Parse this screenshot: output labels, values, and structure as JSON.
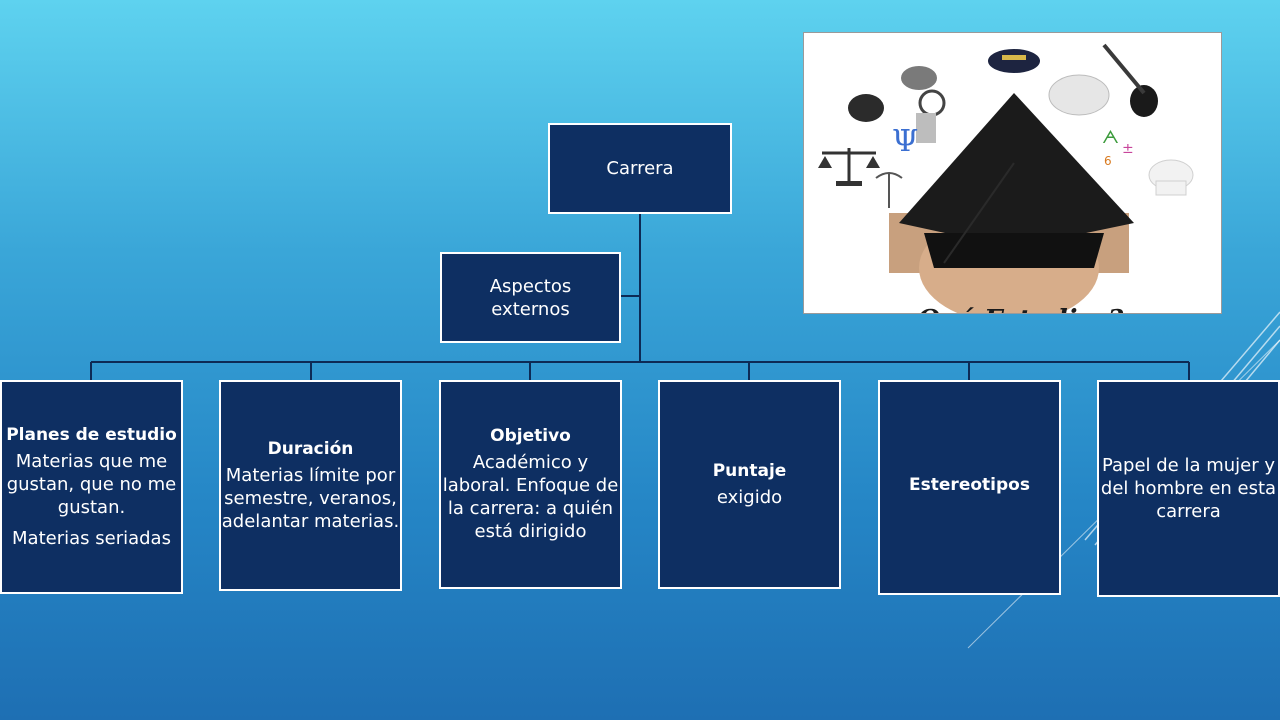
{
  "diagram": {
    "root": {
      "label": "Carrera"
    },
    "side": {
      "label": "Aspectos externos"
    },
    "children": [
      {
        "title": "Planes de estudio",
        "text": "Materias que me gustan, que no me gustan.",
        "text2": "Materias seriadas"
      },
      {
        "title": "Duración",
        "text": "Materias límite por semestre, veranos, adelantar materias."
      },
      {
        "title": "Objetivo",
        "text": "Académico y laboral. Enfoque de la carrera: a quién está dirigido"
      },
      {
        "title": "Puntaje",
        "text": "exigido"
      },
      {
        "title": "Estereotipos",
        "text": ""
      },
      {
        "title": "",
        "text": "Papel de la mujer y del hombre en esta carrera"
      }
    ]
  },
  "image": {
    "caption": "¿Qué Estudiar?"
  },
  "colors": {
    "box_fill": "#0e2f62",
    "box_border": "#ffffff",
    "connector": "#0d2a55"
  }
}
